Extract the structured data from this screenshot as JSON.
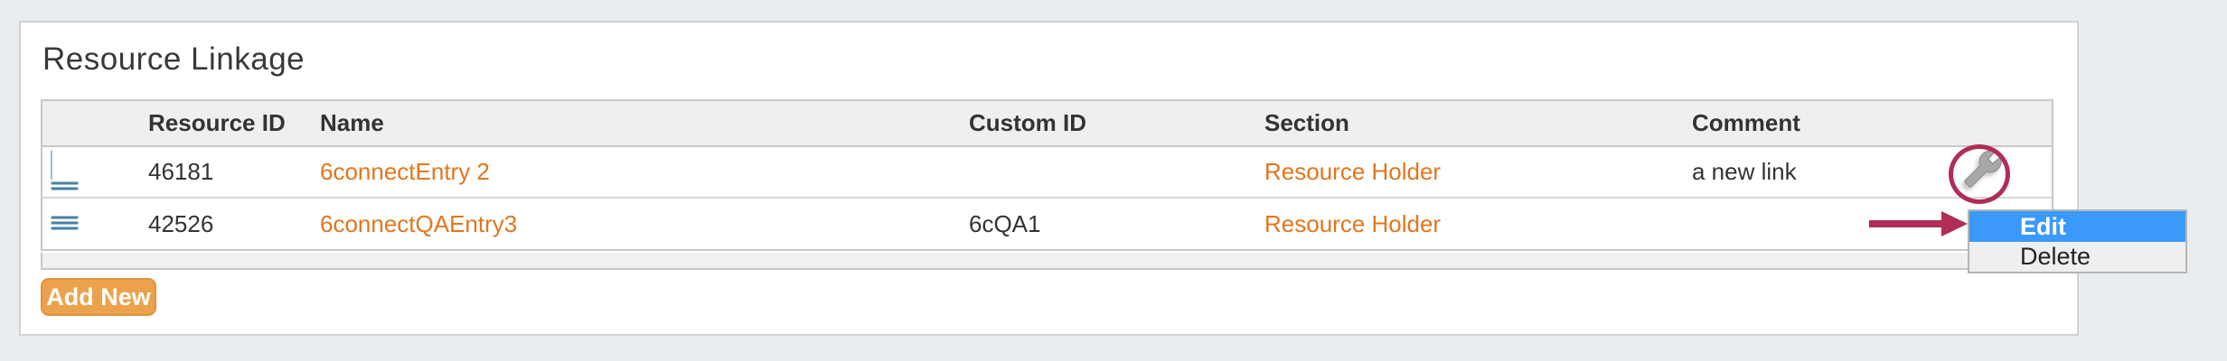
{
  "panel": {
    "title": "Resource Linkage"
  },
  "table": {
    "headers": {
      "resource_id": "Resource ID",
      "name": "Name",
      "custom_id": "Custom ID",
      "section": "Section",
      "comment": "Comment"
    },
    "rows": [
      {
        "resource_id": "46181",
        "name": "6connectEntry 2",
        "custom_id": "",
        "section": "Resource Holder",
        "comment": "a new link"
      },
      {
        "resource_id": "42526",
        "name": "6connectQAEntry3",
        "custom_id": "6cQA1",
        "section": "Resource Holder",
        "comment": ""
      }
    ]
  },
  "buttons": {
    "add_new": "Add New"
  },
  "context_menu": {
    "edit": "Edit",
    "delete": "Delete"
  },
  "colors": {
    "page_background": "#e9edf0",
    "link_orange": "#e2761d",
    "button_orange": "#eca24c",
    "menu_highlight_blue": "#3b99fc",
    "annotation_crimson": "#b12d55",
    "drag_handle_blue": "#4d7ea3"
  }
}
